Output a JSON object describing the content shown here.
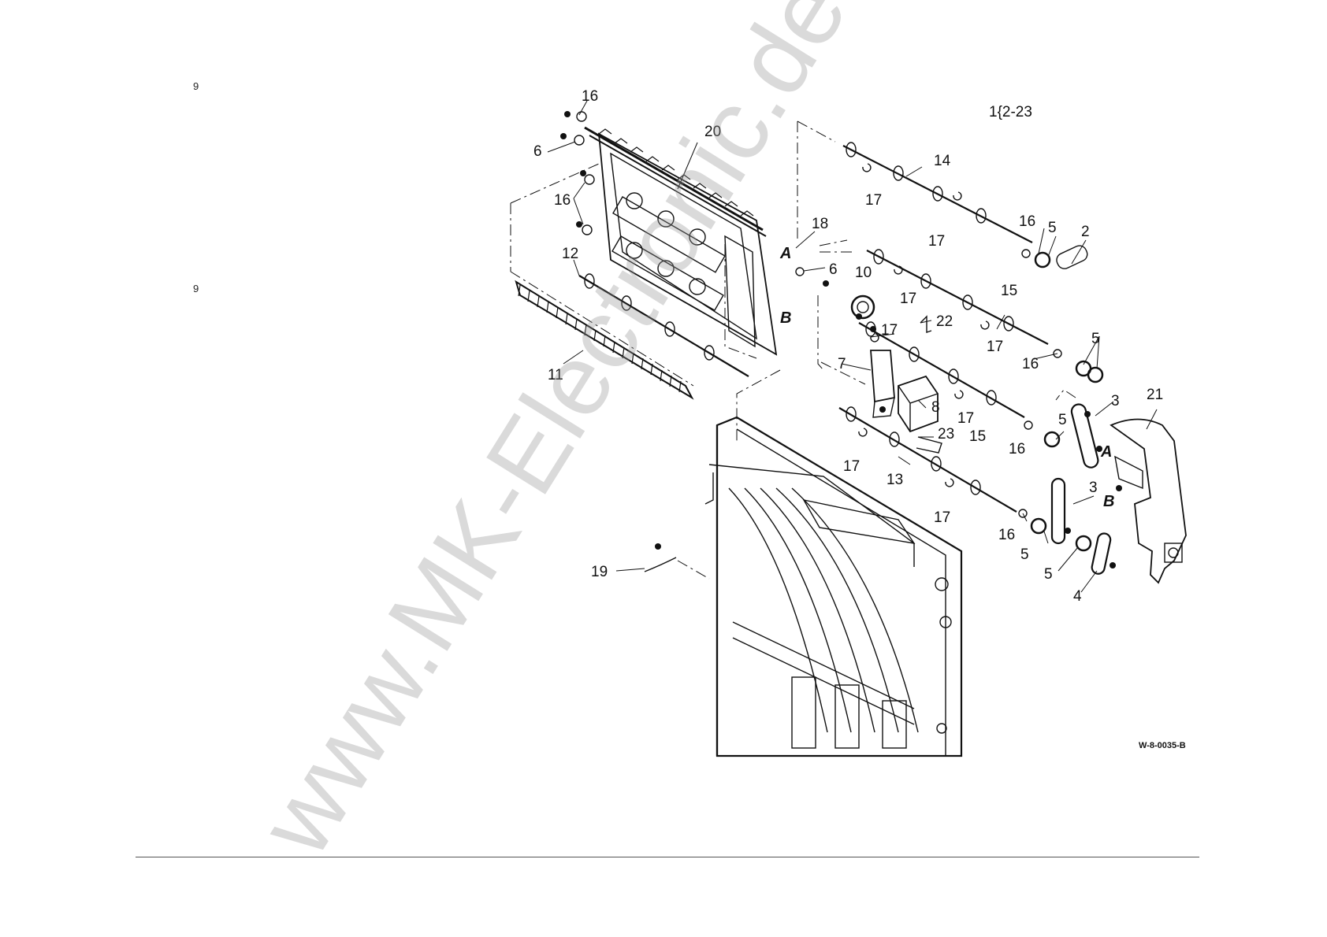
{
  "margin_notes": [
    "9",
    "9"
  ],
  "assembly_range": "1{2-23",
  "figure_id": "W-8-0035-B",
  "watermark": "www.MK-Electronic.de",
  "view_markers": [
    "A",
    "B"
  ],
  "callouts": {
    "c16a": "16",
    "c20": "20",
    "c6a": "6",
    "c16b": "16",
    "c12": "12",
    "c11": "11",
    "c14": "14",
    "c17a": "17",
    "c17b": "17",
    "c16c": "16",
    "c5a": "5",
    "c2": "2",
    "c18": "18",
    "c6b": "6",
    "c10": "10",
    "c17c": "17",
    "c15a": "15",
    "c22": "22",
    "c17d": "17",
    "c17e": "17",
    "c16d": "16",
    "c5b": "5",
    "c7": "7",
    "c8": "8",
    "c17f": "17",
    "c15b": "15",
    "c3a": "3",
    "c21": "21",
    "c5c": "5",
    "c16e": "16",
    "c23": "23",
    "c17g": "17",
    "c13": "13",
    "c3b": "3",
    "c17h": "17",
    "c16f": "16",
    "c5d": "5",
    "c5e": "5",
    "c4": "4",
    "c19": "19"
  },
  "colors": {
    "ink": "#111111",
    "watermark": "#969696",
    "rule": "#555555"
  }
}
